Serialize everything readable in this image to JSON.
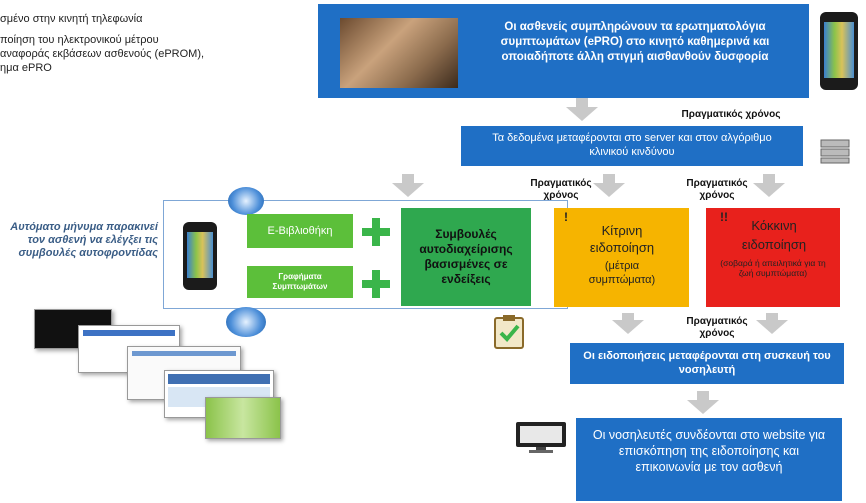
{
  "top_left_lines": [
    "σμένο στην κινητή τηλεφωνία",
    "ποίηση του ηλεκτρονικού μέτρου",
    "αναφοράς εκβάσεων ασθενούς (ePROM),",
    "ημα ePRO"
  ],
  "top_box_text": "Οι ασθενείς συμπληρώνουν τα ερωτηματολόγια συμπτωμάτων (ePRO) στο κινητό καθημερινά και οποιαδήποτε άλλη στιγμή αισθανθούν δυσφορία",
  "realtime_label": "Πραγματικός χρόνος",
  "server_box_text": "Τα δεδομένα μεταφέρονται στο server και στον αλγόριθμο κλινικού κινδύνου",
  "auto_message_text": "Αυτόματο μήνυμα παρακινεί τον ασθενή να ελέγξει τις συμβουλές αυτοφροντίδας",
  "elibrary_label": "Ε-Βιβλιοθήκη",
  "symptom_graphs_label": "Γραφήματα Συμπτωμάτων",
  "advice_box_text": "Συμβουλές αυτοδιαχείρισης βασισμένες σε ενδείξεις",
  "yellow_alert": {
    "mark": "!",
    "title": "Κίτρινη ειδοποίηση",
    "detail": "(μέτρια συμπτώματα)"
  },
  "red_alert": {
    "mark": "!!",
    "title": "Κόκκινη ειδοποίηση",
    "detail": "(σοβαρά ή απειλητικά για τη ζωή συμπτώματα)"
  },
  "nurse_device_box_text": "Οι ειδοποιήσεις μεταφέρονται στη συσκευή του νοσηλευτή",
  "website_box_text": "Οι νοσηλευτές συνδέονται στο website για επισκόπηση της ειδοποίησης και επικοινωνία με τον ασθενή",
  "colors": {
    "blue": "#1f6fc5",
    "green": "#2fa84f",
    "light_green": "#5cbf3a",
    "yellow": "#f6b400",
    "red": "#e8211c",
    "arrow_gray": "#c9c9c9"
  }
}
